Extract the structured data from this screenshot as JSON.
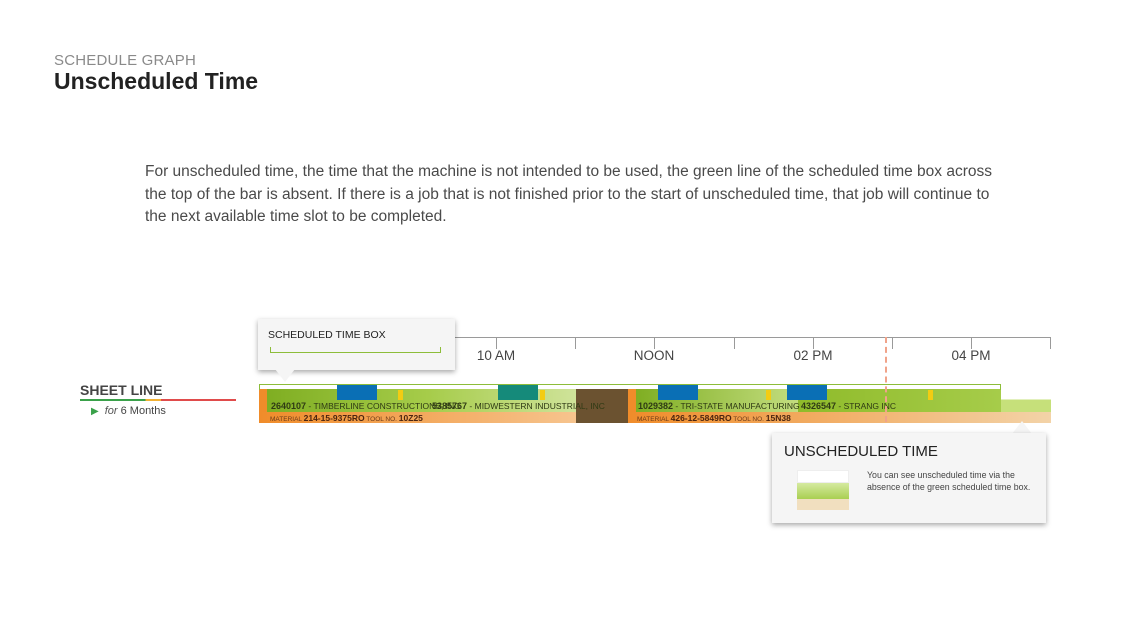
{
  "header": {
    "section": "SCHEDULE GRAPH",
    "title": "Unscheduled Time"
  },
  "description": "For unscheduled time, the time that the machine is not intended to be used, the green line of the scheduled time box across the top of the bar is absent. If there is a job that is not finished prior to the start of unscheduled time, that job will continue to the next available time slot to be completed.",
  "timeline": {
    "labels": [
      "10 AM",
      "NOON",
      "02 PM",
      "04 PM"
    ]
  },
  "row": {
    "name": "SHEET LINE",
    "for_prefix": "for",
    "for_value": "6 Months"
  },
  "jobs": [
    {
      "id": "2640107",
      "customer": "TIMBERLINE CONSTRUCTIONS, INC"
    },
    {
      "id": "5385767",
      "customer": "MIDWESTERN INDUSTRIAL, INC"
    },
    {
      "id": "1029382",
      "customer": "TRI-STATE MANUFACTURING"
    },
    {
      "id": "4326547",
      "customer": "STRANG INC"
    }
  ],
  "materials": [
    {
      "material_label": "MATERIAL",
      "material": "214-15-9375RO",
      "tool_label": "TOOL NO.",
      "tool": "10Z25"
    },
    {
      "material_label": "MATERIAL",
      "material": "426-12-5849RO",
      "tool_label": "TOOL NO.",
      "tool": "15N38"
    }
  ],
  "callouts": {
    "scheduled": {
      "title": "SCHEDULED TIME BOX"
    },
    "unscheduled": {
      "title": "UNSCHEDULED TIME",
      "text": "You can see unscheduled time via the absence of the green scheduled time box."
    }
  },
  "colors": {
    "scheduled_green": "#8dbd3a",
    "job_green": "#8fbb2a",
    "job_blue": "#0a6fb5",
    "job_teal": "#158a7a",
    "downtime_brown": "#6b5230",
    "material_orange": "#f0a566",
    "now_line": "#f0a38a"
  }
}
